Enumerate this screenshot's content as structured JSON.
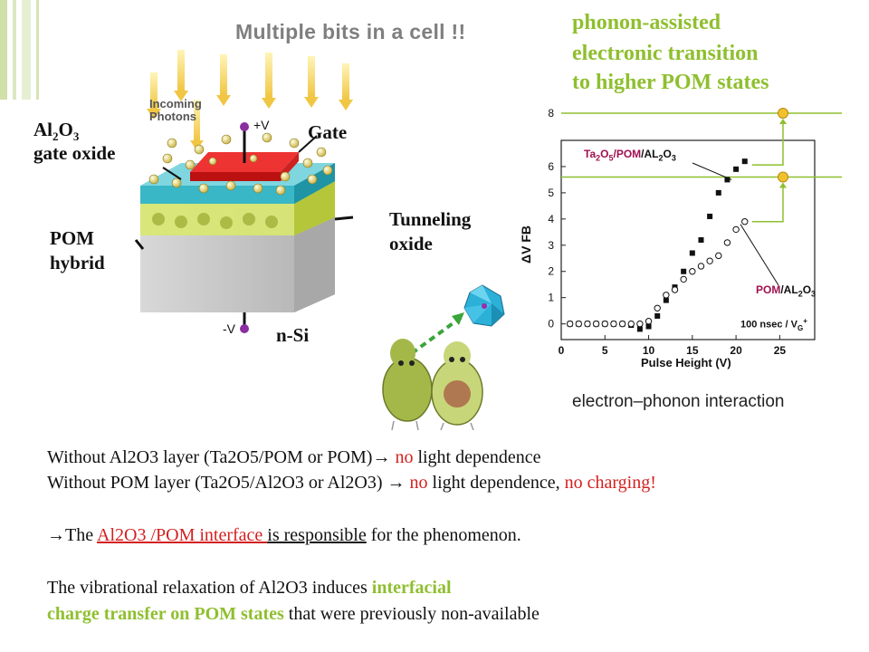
{
  "slide": {
    "title": "Multiple bits in a cell !!",
    "headline": [
      "phonon-assisted",
      "electronic transition",
      "to higher  POM states"
    ]
  },
  "device": {
    "incoming_photons": "Incoming Photons",
    "plus_v": "+V",
    "minus_v": "-V",
    "gate": "Gate",
    "al2o3_label_1": "Al",
    "al2o3_sub_1": "2",
    "al2o3_label_2": "O",
    "al2o3_sub_2": "3",
    "gate_oxide": "gate oxide",
    "pom": "POM",
    "hybrid": "hybrid",
    "tunneling": "Tunneling",
    "oxide": "oxide",
    "nsi": "n-Si"
  },
  "chart_data": {
    "type": "scatter",
    "xlabel": "Pulse Height (V)",
    "ylabel": "ΔV FB",
    "xlim": [
      0,
      29
    ],
    "ylim": [
      -0.6,
      7.0
    ],
    "x_ticks": [
      0,
      5,
      10,
      15,
      20,
      25
    ],
    "y_ticks": [
      0,
      1,
      2,
      3,
      4,
      5,
      6
    ],
    "y_extra_tick": 8,
    "annotation": "100 nsec / V G +",
    "series": [
      {
        "name": "Ta2O5/POM/AL2O3",
        "marker": "filled-square",
        "x": [
          1,
          2,
          3,
          4,
          5,
          6,
          7,
          8,
          9,
          10,
          11,
          12,
          13,
          14,
          15,
          16,
          17,
          18,
          19,
          20,
          21
        ],
        "y": [
          0.0,
          0.0,
          0.0,
          0.0,
          0.0,
          0.0,
          0.0,
          -0.05,
          -0.2,
          -0.1,
          0.3,
          0.9,
          1.4,
          2.0,
          2.7,
          3.2,
          4.1,
          5.0,
          5.5,
          5.9,
          6.2
        ]
      },
      {
        "name": "POM/AL2O3",
        "marker": "open-circle",
        "x": [
          1,
          2,
          3,
          4,
          5,
          6,
          7,
          8,
          9,
          10,
          11,
          12,
          13,
          14,
          15,
          16,
          17,
          18,
          19,
          20,
          21
        ],
        "y": [
          0.0,
          0.0,
          0.0,
          0.0,
          0.0,
          0.0,
          0.0,
          0.0,
          0.0,
          0.1,
          0.6,
          1.1,
          1.3,
          1.7,
          2.0,
          2.2,
          2.4,
          2.6,
          3.1,
          3.6,
          3.9
        ]
      }
    ],
    "level_markers": [
      {
        "y": 8,
        "color": "#f2c12e"
      },
      {
        "y": 5.6,
        "color": "#f2c12e"
      }
    ],
    "legend_labels": {
      "top_prefix": "Ta",
      "top_sub1": "2",
      "top_mid1": "O",
      "top_sub2": "5",
      "top_pom": "/POM",
      "top_suffix": "/AL",
      "top_sub3": "2",
      "top_end": "O",
      "top_sub4": "3",
      "bottom_pom": "POM",
      "bottom_suffix": "/AL",
      "bottom_sub1": "2",
      "bottom_end": "O",
      "bottom_sub2": "3"
    },
    "annotation_main": "100 nsec / V",
    "annotation_sub": "G",
    "annotation_sup": "+"
  },
  "caption": "electron–phonon interaction",
  "body": {
    "line1_a": "Without Al2O3 layer (Ta2O5/POM or POM)",
    "line1_arrow": "→",
    "line1_b": " no",
    "line1_c": " light dependence",
    "line2_a": "Without POM layer (Ta2O5/Al2O3 or Al2O3) ",
    "line2_arrow": "→",
    "line2_b": " no",
    "line2_c": " light dependence, ",
    "line2_d": "no charging!",
    "line3_arrow": "→",
    "line3_a": "The  ",
    "line3_b": "Al2O3 /POM interface ",
    "line3_c": "is responsible",
    "line3_d": " for the phenomenon.",
    "line4_a": "The vibrational relaxation of Al2O3  induces ",
    "line4_b": " interfacial",
    "line5_a": "charge transfer on POM states",
    "line5_b": " that were previously non-available"
  },
  "colors": {
    "accent_green": "#8fbf2f",
    "red": "#d42020",
    "title_gray": "#7f7f7f",
    "stripe_green": "#c9dca0"
  }
}
